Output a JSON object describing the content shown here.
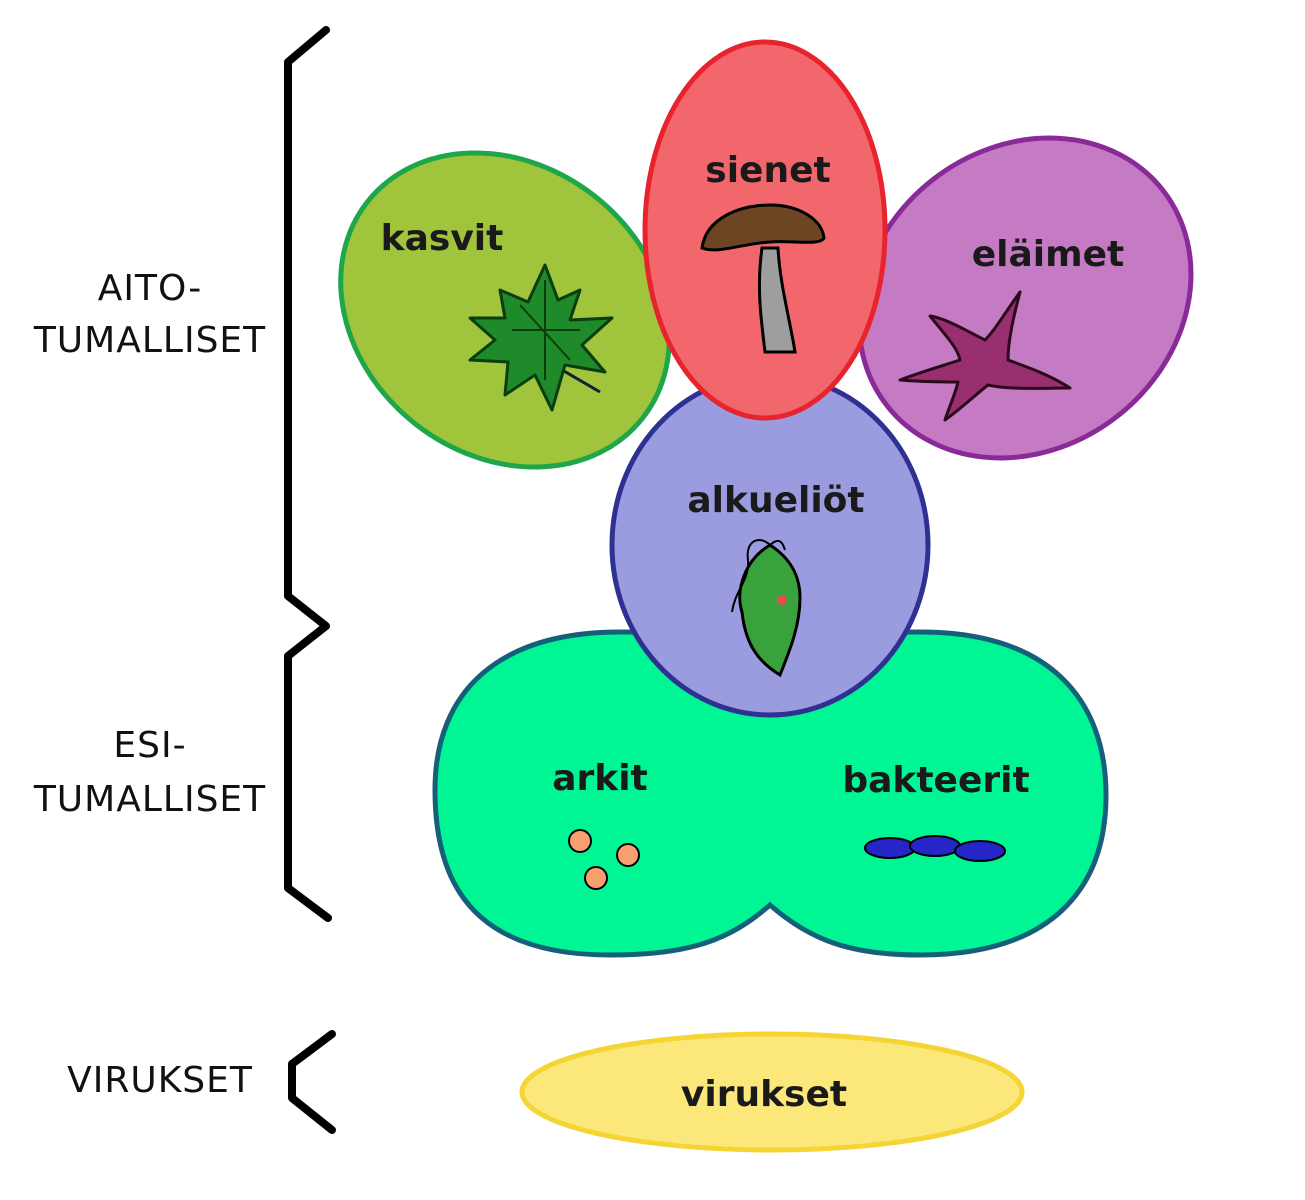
{
  "groups": {
    "eukaryotes": {
      "line1": "AITO-",
      "line2": "TUMALLISET"
    },
    "prokaryotes": {
      "line1": "ESI-",
      "line2": "TUMALLISET"
    },
    "viruses": {
      "line1": "VIRUKSET"
    }
  },
  "nodes": {
    "plants": "kasvit",
    "fungi": "sienet",
    "animals": "eläimet",
    "protists": "alkueliöt",
    "archaea": "arkit",
    "bacteria": "bakteerit",
    "virus": "virukset"
  },
  "colors": {
    "plants_fill": "#a0c43c",
    "plants_stroke": "#1fa64a",
    "fungi_fill": "#f2676c",
    "fungi_stroke": "#e8232e",
    "animals_fill": "#c57bc3",
    "animals_stroke": "#8a2a98",
    "protists_fill": "#9b9be0",
    "protists_stroke": "#2e3192",
    "prokaryote_fill": "#00f595",
    "prokaryote_stroke": "#14607a",
    "virus_fill": "#fce87a",
    "virus_stroke": "#f4d534"
  },
  "icons": [
    "maple-leaf-icon",
    "mushroom-icon",
    "starfish-icon",
    "euglena-icon",
    "archaea-cells-icon",
    "bacteria-chain-icon"
  ]
}
